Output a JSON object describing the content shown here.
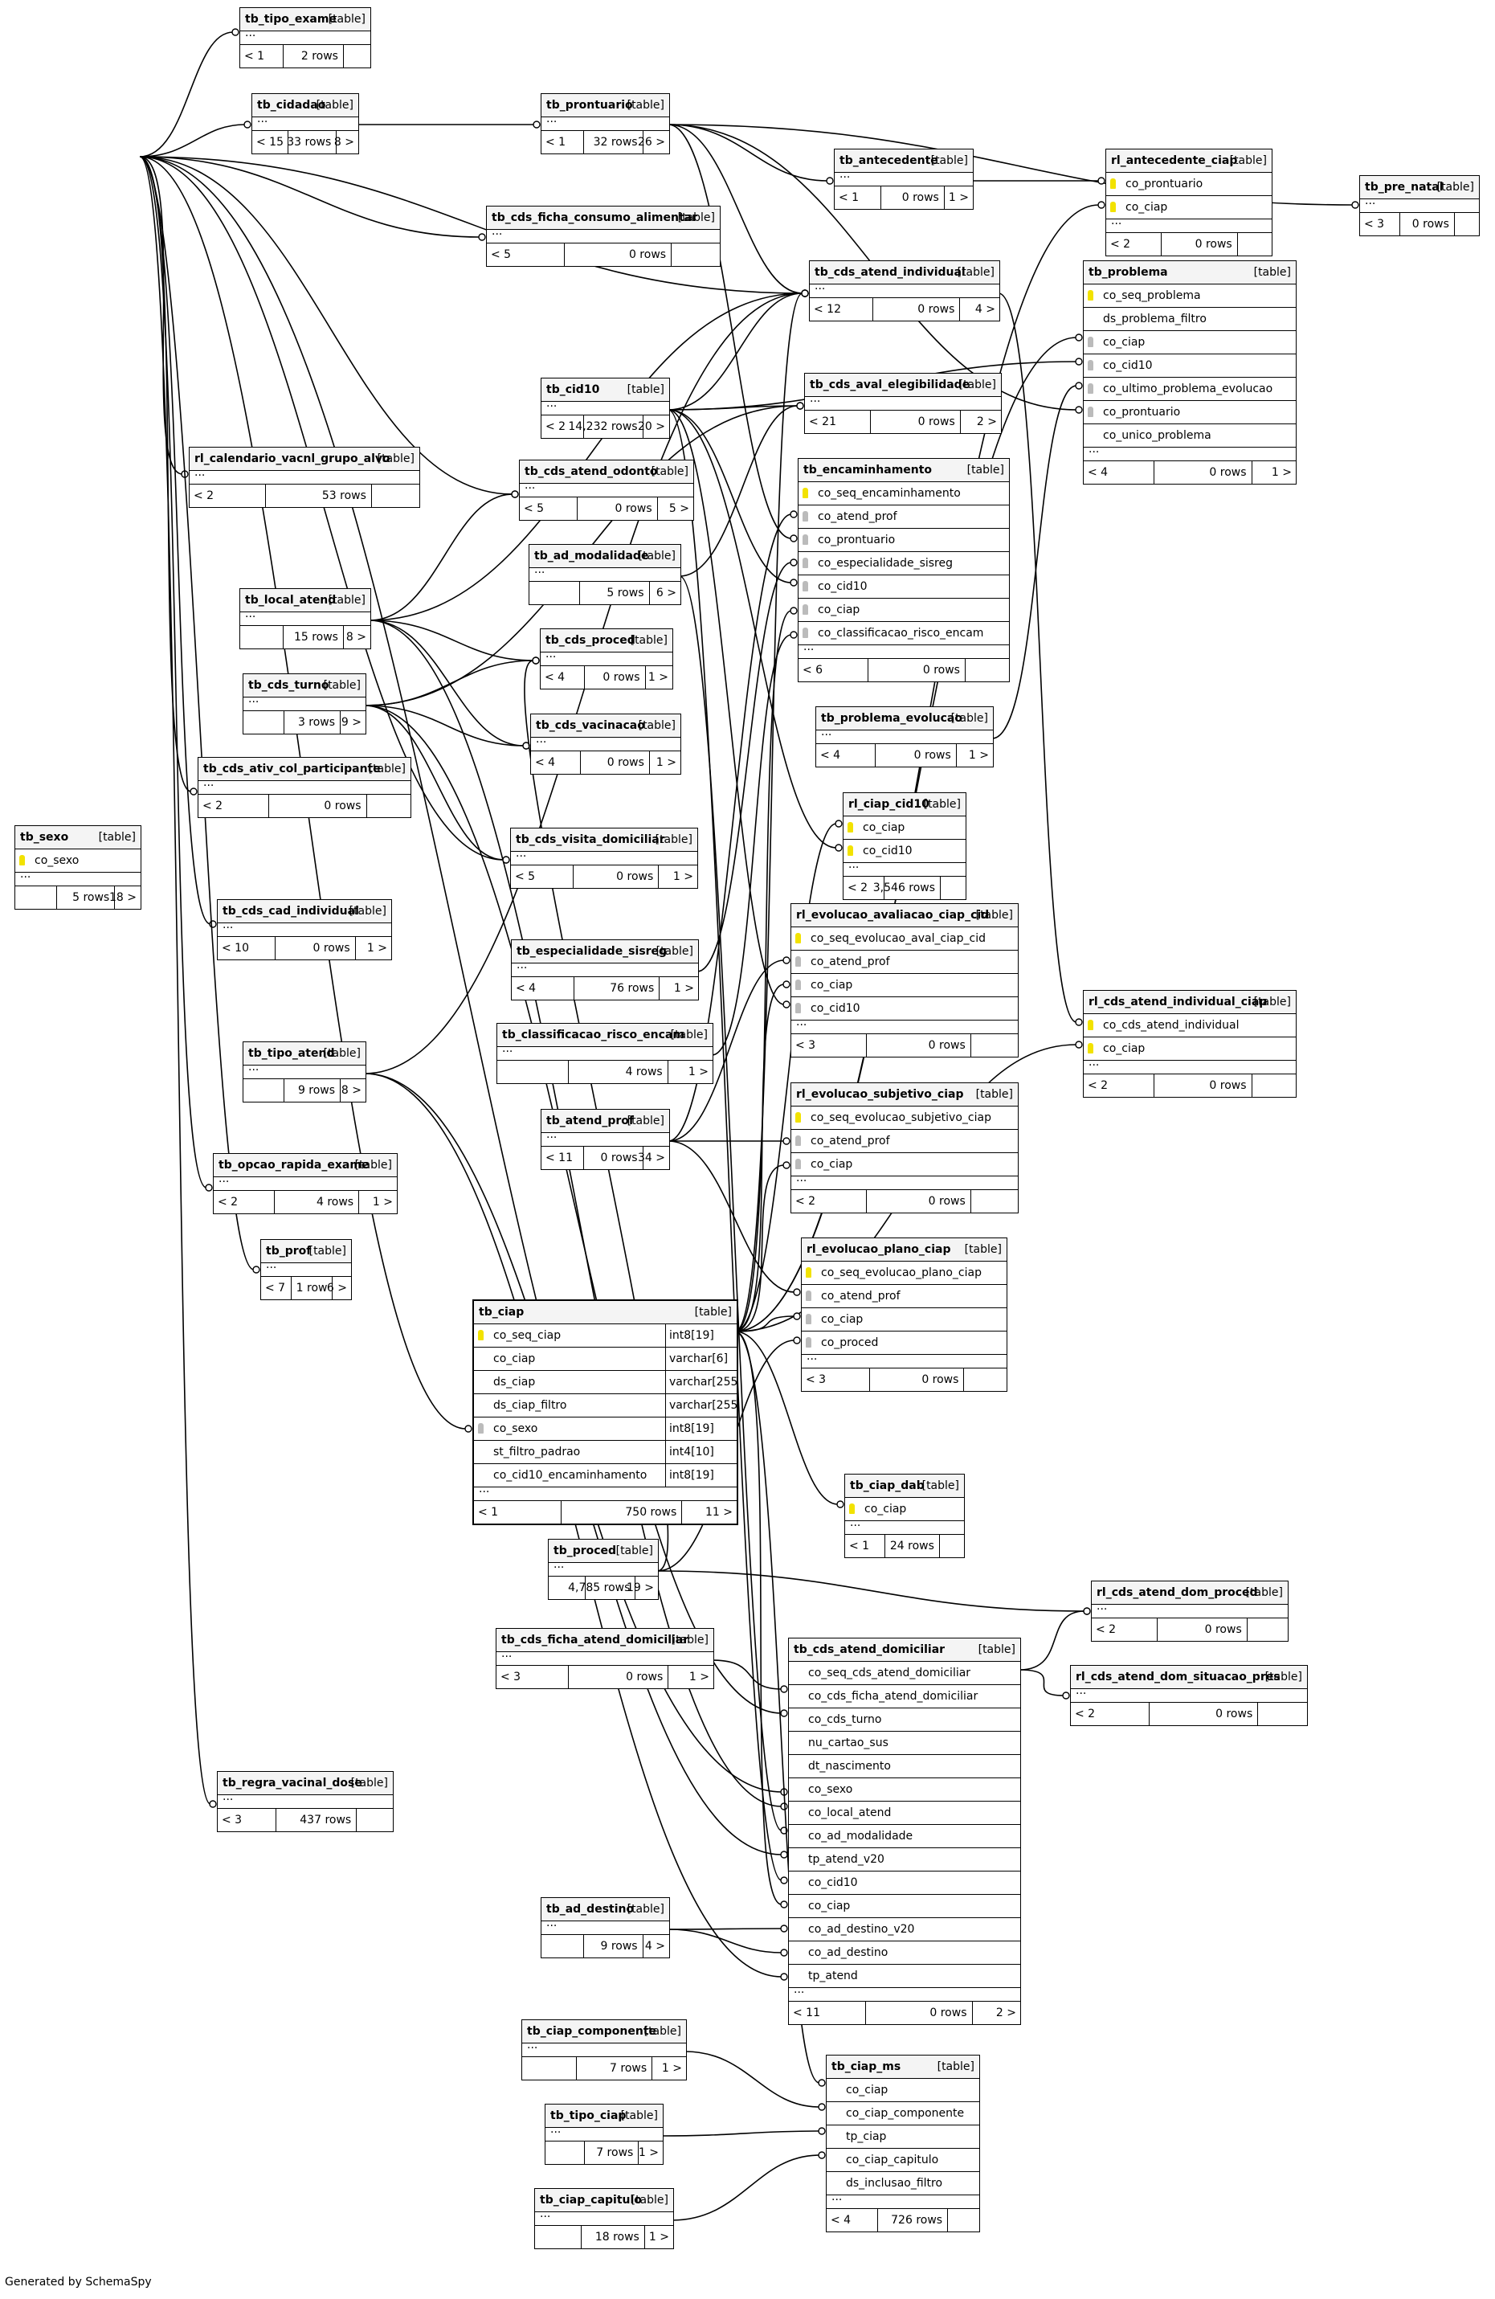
{
  "footer": "Generated by SchemaSpy",
  "tables": [
    {
      "id": "tb_tipo_exame",
      "name": "tb_tipo_exame",
      "tag": "[table]",
      "cols": [],
      "footer": [
        "< 1",
        "2 rows",
        ""
      ]
    },
    {
      "id": "tb_cidadao",
      "name": "tb_cidadao",
      "tag": "[table]",
      "cols": [],
      "footer": [
        "< 15",
        "33 rows",
        "8 >"
      ]
    },
    {
      "id": "tb_prontuario",
      "name": "tb_prontuario",
      "tag": "[table]",
      "cols": [],
      "footer": [
        "< 1",
        "32 rows",
        "26 >"
      ]
    },
    {
      "id": "tb_antecedente",
      "name": "tb_antecedente",
      "tag": "[table]",
      "cols": [],
      "footer": [
        "< 1",
        "0 rows",
        "1 >"
      ]
    },
    {
      "id": "rl_antecedente_ciap",
      "name": "rl_antecedente_ciap",
      "tag": "[table]",
      "cols": [
        {
          "n": "co_prontuario",
          "k": "pk"
        },
        {
          "n": "co_ciap",
          "k": "pk"
        }
      ],
      "footer": [
        "< 2",
        "0 rows",
        ""
      ]
    },
    {
      "id": "tb_pre_natal",
      "name": "tb_pre_natal",
      "tag": "[table]",
      "cols": [],
      "footer": [
        "< 3",
        "0 rows",
        ""
      ]
    },
    {
      "id": "tb_cds_ficha_consumo_alimentar",
      "name": "tb_cds_ficha_consumo_alimentar",
      "tag": "[table]",
      "cols": [],
      "footer": [
        "< 5",
        "0 rows",
        ""
      ]
    },
    {
      "id": "tb_cds_atend_individual",
      "name": "tb_cds_atend_individual",
      "tag": "[table]",
      "cols": [],
      "footer": [
        "< 12",
        "0 rows",
        "4 >"
      ]
    },
    {
      "id": "tb_problema",
      "name": "tb_problema",
      "tag": "[table]",
      "cols": [
        {
          "n": "co_seq_problema",
          "k": "pk"
        },
        {
          "n": "ds_problema_filtro",
          "k": ""
        },
        {
          "n": "co_ciap",
          "k": "fk"
        },
        {
          "n": "co_cid10",
          "k": "fk"
        },
        {
          "n": "co_ultimo_problema_evolucao",
          "k": "fk"
        },
        {
          "n": "co_prontuario",
          "k": "fk"
        },
        {
          "n": "co_unico_problema",
          "k": ""
        }
      ],
      "footer": [
        "< 4",
        "0 rows",
        "1 >"
      ]
    },
    {
      "id": "tb_cid10",
      "name": "tb_cid10",
      "tag": "[table]",
      "cols": [],
      "footer": [
        "< 2",
        "14,232 rows",
        "20 >"
      ]
    },
    {
      "id": "tb_cds_aval_elegibilidade",
      "name": "tb_cds_aval_elegibilidade",
      "tag": "[table]",
      "cols": [],
      "footer": [
        "< 21",
        "0 rows",
        "2 >"
      ]
    },
    {
      "id": "rl_calendario_vacnl_grupo_alvo",
      "name": "rl_calendario_vacnl_grupo_alvo",
      "tag": "[table]",
      "cols": [],
      "footer": [
        "< 2",
        "53 rows",
        ""
      ]
    },
    {
      "id": "tb_cds_atend_odonto",
      "name": "tb_cds_atend_odonto",
      "tag": "[table]",
      "cols": [],
      "footer": [
        "< 5",
        "0 rows",
        "5 >"
      ]
    },
    {
      "id": "tb_encaminhamento",
      "name": "tb_encaminhamento",
      "tag": "[table]",
      "cols": [
        {
          "n": "co_seq_encaminhamento",
          "k": "pk"
        },
        {
          "n": "co_atend_prof",
          "k": "fk"
        },
        {
          "n": "co_prontuario",
          "k": "fk"
        },
        {
          "n": "co_especialidade_sisreg",
          "k": "fk"
        },
        {
          "n": "co_cid10",
          "k": "fk"
        },
        {
          "n": "co_ciap",
          "k": "fk"
        },
        {
          "n": "co_classificacao_risco_encam",
          "k": "fk"
        }
      ],
      "footer": [
        "< 6",
        "0 rows",
        ""
      ]
    },
    {
      "id": "tb_ad_modalidade",
      "name": "tb_ad_modalidade",
      "tag": "[table]",
      "cols": [],
      "footer": [
        "",
        "5 rows",
        "6 >"
      ]
    },
    {
      "id": "tb_local_atend",
      "name": "tb_local_atend",
      "tag": "[table]",
      "cols": [],
      "footer": [
        "",
        "15 rows",
        "8 >"
      ]
    },
    {
      "id": "tb_cds_proced",
      "name": "tb_cds_proced",
      "tag": "[table]",
      "cols": [],
      "footer": [
        "< 4",
        "0 rows",
        "1 >"
      ]
    },
    {
      "id": "tb_cds_turno",
      "name": "tb_cds_turno",
      "tag": "[table]",
      "cols": [],
      "footer": [
        "",
        "3 rows",
        "9 >"
      ]
    },
    {
      "id": "tb_cds_vacinacao",
      "name": "tb_cds_vacinacao",
      "tag": "[table]",
      "cols": [],
      "footer": [
        "< 4",
        "0 rows",
        "1 >"
      ]
    },
    {
      "id": "tb_problema_evolucao",
      "name": "tb_problema_evolucao",
      "tag": "[table]",
      "cols": [],
      "footer": [
        "< 4",
        "0 rows",
        "1 >"
      ]
    },
    {
      "id": "tb_cds_ativ_col_participante",
      "name": "tb_cds_ativ_col_participante",
      "tag": "[table]",
      "cols": [],
      "footer": [
        "< 2",
        "0 rows",
        ""
      ]
    },
    {
      "id": "rl_ciap_cid10",
      "name": "rl_ciap_cid10",
      "tag": "[table]",
      "cols": [
        {
          "n": "co_ciap",
          "k": "pk"
        },
        {
          "n": "co_cid10",
          "k": "pk"
        }
      ],
      "footer": [
        "< 2",
        "3,546 rows",
        ""
      ]
    },
    {
      "id": "tb_sexo",
      "name": "tb_sexo",
      "tag": "[table]",
      "cols": [
        {
          "n": "co_sexo",
          "k": "pk"
        }
      ],
      "footer": [
        "",
        "5 rows",
        "18 >"
      ]
    },
    {
      "id": "tb_cds_visita_domiciliar",
      "name": "tb_cds_visita_domiciliar",
      "tag": "[table]",
      "cols": [],
      "footer": [
        "< 5",
        "0 rows",
        "1 >"
      ]
    },
    {
      "id": "tb_cds_cad_individual",
      "name": "tb_cds_cad_individual",
      "tag": "[table]",
      "cols": [],
      "footer": [
        "< 10",
        "0 rows",
        "1 >"
      ]
    },
    {
      "id": "rl_evolucao_avaliacao_ciap_cid",
      "name": "rl_evolucao_avaliacao_ciap_cid",
      "tag": "[table]",
      "cols": [
        {
          "n": "co_seq_evolucao_aval_ciap_cid",
          "k": "pk"
        },
        {
          "n": "co_atend_prof",
          "k": "fk"
        },
        {
          "n": "co_ciap",
          "k": "fk"
        },
        {
          "n": "co_cid10",
          "k": "fk"
        }
      ],
      "footer": [
        "< 3",
        "0 rows",
        ""
      ]
    },
    {
      "id": "tb_especialidade_sisreg",
      "name": "tb_especialidade_sisreg",
      "tag": "[table]",
      "cols": [],
      "footer": [
        "< 4",
        "76 rows",
        "1 >"
      ]
    },
    {
      "id": "rl_cds_atend_individual_ciap",
      "name": "rl_cds_atend_individual_ciap",
      "tag": "[table]",
      "cols": [
        {
          "n": "co_cds_atend_individual",
          "k": "pk"
        },
        {
          "n": "co_ciap",
          "k": "pk"
        }
      ],
      "footer": [
        "< 2",
        "0 rows",
        ""
      ]
    },
    {
      "id": "tb_classificacao_risco_encam",
      "name": "tb_classificacao_risco_encam",
      "tag": "[table]",
      "cols": [],
      "footer": [
        "",
        "4 rows",
        "1 >"
      ]
    },
    {
      "id": "tb_tipo_atend",
      "name": "tb_tipo_atend",
      "tag": "[table]",
      "cols": [],
      "footer": [
        "",
        "9 rows",
        "8 >"
      ]
    },
    {
      "id": "rl_evolucao_subjetivo_ciap",
      "name": "rl_evolucao_subjetivo_ciap",
      "tag": "[table]",
      "cols": [
        {
          "n": "co_seq_evolucao_subjetivo_ciap",
          "k": "pk"
        },
        {
          "n": "co_atend_prof",
          "k": "fk"
        },
        {
          "n": "co_ciap",
          "k": "fk"
        }
      ],
      "footer": [
        "< 2",
        "0 rows",
        ""
      ]
    },
    {
      "id": "tb_atend_prof",
      "name": "tb_atend_prof",
      "tag": "[table]",
      "cols": [],
      "footer": [
        "< 11",
        "0 rows",
        "34 >"
      ]
    },
    {
      "id": "tb_opcao_rapida_exame",
      "name": "tb_opcao_rapida_exame",
      "tag": "[table]",
      "cols": [],
      "footer": [
        "< 2",
        "4 rows",
        "1 >"
      ]
    },
    {
      "id": "rl_evolucao_plano_ciap",
      "name": "rl_evolucao_plano_ciap",
      "tag": "[table]",
      "cols": [
        {
          "n": "co_seq_evolucao_plano_ciap",
          "k": "pk"
        },
        {
          "n": "co_atend_prof",
          "k": "fk"
        },
        {
          "n": "co_ciap",
          "k": "fk"
        },
        {
          "n": "co_proced",
          "k": "fk"
        }
      ],
      "footer": [
        "< 3",
        "0 rows",
        ""
      ]
    },
    {
      "id": "tb_prof",
      "name": "tb_prof",
      "tag": "[table]",
      "cols": [],
      "footer": [
        "< 7",
        "1 row",
        "6 >"
      ]
    },
    {
      "id": "tb_ciap",
      "name": "tb_ciap",
      "tag": "[table]",
      "main": true,
      "cols": [
        {
          "n": "co_seq_ciap",
          "k": "pk",
          "t": "int8[19]"
        },
        {
          "n": "co_ciap",
          "k": "",
          "t": "varchar[6]"
        },
        {
          "n": "ds_ciap",
          "k": "",
          "t": "varchar[255]"
        },
        {
          "n": "ds_ciap_filtro",
          "k": "",
          "t": "varchar[255]"
        },
        {
          "n": "co_sexo",
          "k": "fk",
          "t": "int8[19]"
        },
        {
          "n": "st_filtro_padrao",
          "k": "",
          "t": "int4[10]"
        },
        {
          "n": "co_cid10_encaminhamento",
          "k": "",
          "t": "int8[19]"
        }
      ],
      "footer": [
        "< 1",
        "750 rows",
        "11 >"
      ]
    },
    {
      "id": "tb_ciap_dab",
      "name": "tb_ciap_dab",
      "tag": "[table]",
      "cols": [
        {
          "n": "co_ciap",
          "k": "pk"
        }
      ],
      "footer": [
        "< 1",
        "24 rows",
        ""
      ]
    },
    {
      "id": "tb_proced",
      "name": "tb_proced",
      "tag": "[table]",
      "cols": [],
      "footer": [
        "",
        "4,785 rows",
        "19 >"
      ]
    },
    {
      "id": "rl_cds_atend_dom_proced",
      "name": "rl_cds_atend_dom_proced",
      "tag": "[table]",
      "cols": [],
      "footer": [
        "< 2",
        "0 rows",
        ""
      ]
    },
    {
      "id": "tb_cds_ficha_atend_domiciliar",
      "name": "tb_cds_ficha_atend_domiciliar",
      "tag": "[table]",
      "cols": [],
      "footer": [
        "< 3",
        "0 rows",
        "1 >"
      ]
    },
    {
      "id": "tb_cds_atend_domiciliar",
      "name": "tb_cds_atend_domiciliar",
      "tag": "[table]",
      "cols": [
        {
          "n": "co_seq_cds_atend_domiciliar",
          "k": ""
        },
        {
          "n": "co_cds_ficha_atend_domiciliar",
          "k": ""
        },
        {
          "n": "co_cds_turno",
          "k": ""
        },
        {
          "n": "nu_cartao_sus",
          "k": ""
        },
        {
          "n": "dt_nascimento",
          "k": ""
        },
        {
          "n": "co_sexo",
          "k": ""
        },
        {
          "n": "co_local_atend",
          "k": ""
        },
        {
          "n": "co_ad_modalidade",
          "k": ""
        },
        {
          "n": "tp_atend_v20",
          "k": ""
        },
        {
          "n": "co_cid10",
          "k": ""
        },
        {
          "n": "co_ciap",
          "k": ""
        },
        {
          "n": "co_ad_destino_v20",
          "k": ""
        },
        {
          "n": "co_ad_destino",
          "k": ""
        },
        {
          "n": "tp_atend",
          "k": ""
        }
      ],
      "footer": [
        "< 11",
        "0 rows",
        "2 >"
      ]
    },
    {
      "id": "rl_cds_atend_dom_situacao_pres",
      "name": "rl_cds_atend_dom_situacao_pres",
      "tag": "[table]",
      "cols": [],
      "footer": [
        "< 2",
        "0 rows",
        ""
      ]
    },
    {
      "id": "tb_regra_vacinal_dose",
      "name": "tb_regra_vacinal_dose",
      "tag": "[table]",
      "cols": [],
      "footer": [
        "< 3",
        "437 rows",
        ""
      ]
    },
    {
      "id": "tb_ad_destino",
      "name": "tb_ad_destino",
      "tag": "[table]",
      "cols": [],
      "footer": [
        "",
        "9 rows",
        "4 >"
      ]
    },
    {
      "id": "tb_ciap_componente",
      "name": "tb_ciap_componente",
      "tag": "[table]",
      "cols": [],
      "footer": [
        "",
        "7 rows",
        "1 >"
      ]
    },
    {
      "id": "tb_ciap_ms",
      "name": "tb_ciap_ms",
      "tag": "[table]",
      "cols": [
        {
          "n": "co_ciap",
          "k": ""
        },
        {
          "n": "co_ciap_componente",
          "k": ""
        },
        {
          "n": "tp_ciap",
          "k": ""
        },
        {
          "n": "co_ciap_capitulo",
          "k": ""
        },
        {
          "n": "ds_inclusao_filtro",
          "k": ""
        }
      ],
      "footer": [
        "< 4",
        "726 rows",
        ""
      ]
    },
    {
      "id": "tb_tipo_ciap",
      "name": "tb_tipo_ciap",
      "tag": "[table]",
      "cols": [],
      "footer": [
        "",
        "7 rows",
        "1 >"
      ]
    },
    {
      "id": "tb_ciap_capitulo",
      "name": "tb_ciap_capitulo",
      "tag": "[table]",
      "cols": [],
      "footer": [
        "",
        "18 rows",
        "1 >"
      ]
    }
  ]
}
